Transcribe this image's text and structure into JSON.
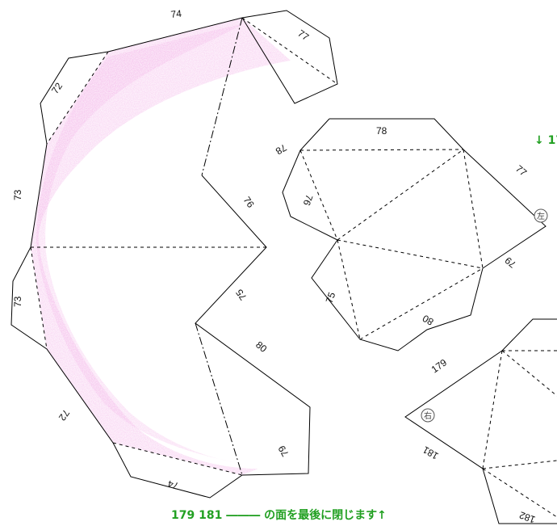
{
  "left_piece": {
    "labels": [
      "74",
      "77",
      "72",
      "73",
      "76",
      "73",
      "75",
      "80",
      "72",
      "74",
      "79"
    ]
  },
  "right_top_piece": {
    "labels": [
      "78",
      "78",
      "77",
      "76",
      "75",
      "80",
      "79"
    ],
    "badge": "左"
  },
  "right_bottom_piece": {
    "labels": [
      "179",
      "181",
      "182"
    ],
    "badge": "右"
  },
  "notes": {
    "top_right": "↓ 17",
    "bottom": "179 181 ――― の面を最後に閉じます↑"
  },
  "colors": {
    "line": "#000000",
    "pink_shading": "#f6c6ee",
    "note_green": "#22a022"
  }
}
